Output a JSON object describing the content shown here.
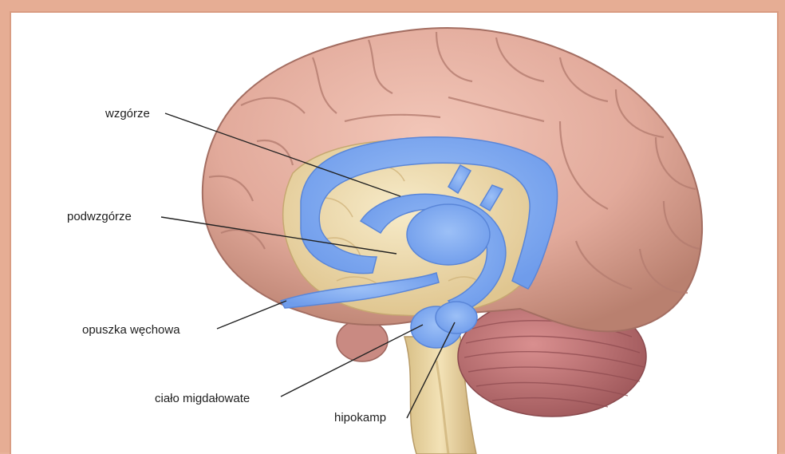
{
  "diagram": {
    "labels": {
      "thalamus": "wzgórze",
      "hypothalamus": "podwzgórze",
      "olfactory_bulb": "opuszka węchowa",
      "amygdala": "ciało migdałowate",
      "hippocampus": "hipokamp"
    },
    "colors": {
      "frame": "#e6ad94",
      "cortex": "#e2aa9b",
      "cortex_shadow": "#b77f72",
      "inner_brain": "#f0ddb0",
      "limbic_system": "#7aa6f0",
      "cerebellum": "#c3787a",
      "brainstem": "#eed9a5",
      "leader_line": "#222222"
    }
  }
}
